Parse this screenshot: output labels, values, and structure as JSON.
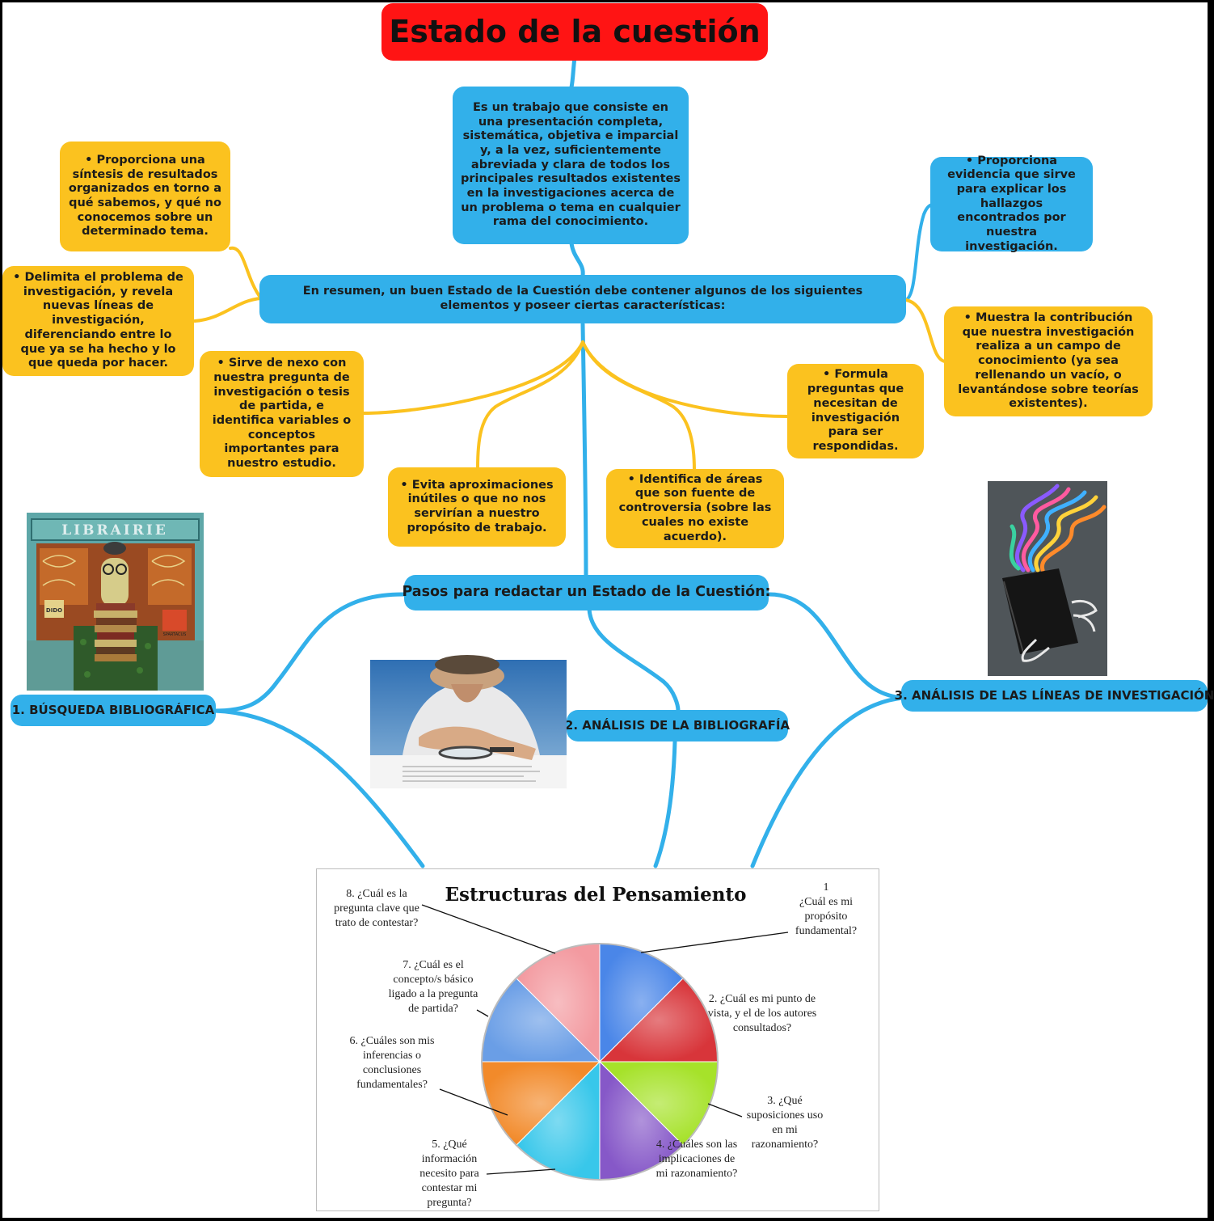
{
  "title": "Estado de la cuestión",
  "definition": "Es un trabajo que consiste en una presentación completa, sistemática, objetiva e imparcial y, a la vez, suficientemente abreviada y clara de todos los principales resultados existentes en la investigaciones acerca de un problema o tema en cualquier rama del conocimiento.",
  "summary": "En resumen, un buen Estado de la Cuestión debe contener algunos de los siguientes elementos y poseer ciertas características:",
  "elements": {
    "sintesis": "• Proporciona una síntesis de resultados organizados en torno a qué sabemos, y qué no conocemos sobre un determinado tema.",
    "delimita": "• Delimita el problema de investigación, y revela nuevas líneas de investigación, diferenciando entre lo que ya se ha hecho y lo que queda por hacer.",
    "nexo": "• Sirve de nexo con nuestra pregunta de investigación o tesis de partida, e identifica variables o conceptos importantes para nuestro estudio.",
    "evita": "• Evita aproximaciones inútiles o que no nos servirían a nuestro propósito de trabajo.",
    "identifica": "• Identifica de áreas que son fuente de controversia (sobre las cuales no existe acuerdo).",
    "formula": "• Formula preguntas que necesitan de investigación para ser respondidas.",
    "evidencia": "• Proporciona evidencia que sirve para explicar los hallazgos encontrados por nuestra investigación.",
    "contribucion": "• Muestra la contribución que nuestra investigación realiza a un campo de conocimiento (ya sea rellenando un vacío, o levantándose sobre teorías existentes)."
  },
  "steps_title": "Pasos para redactar un Estado de la Cuestión:",
  "steps": {
    "step1": "1. BÚSQUEDA BIBLIOGRÁFICA",
    "step2": "2. ANÁLISIS DE LA BIBLIOGRAFÍA",
    "step3": "3. ANÁLISIS DE LAS LÍNEAS DE INVESTIGACIÓN"
  },
  "images": {
    "bookstore_sign": "LIBRAIRIE",
    "bookstore_poster": "DIDO",
    "bookstore_poster2": "SPARTACUS"
  },
  "colors": {
    "title": "#ff1414",
    "blue": "#32b0ea",
    "yellow": "#fbc21f"
  },
  "chart_data": {
    "type": "pie",
    "title": "Estructuras del Pensamiento",
    "categories": [
      "1\n¿Cuál es mi propósito fundamental?",
      "2. ¿Cuál es mi punto de vista, y el de los autores consultados?",
      "3. ¿Qué suposiciones uso en mi razonamiento?",
      "4. ¿Cuáles son las implicaciones de mi razonamiento?",
      "5. ¿Qué información necesito para contestar mi pregunta?",
      "6. ¿Cuáles son mis inferencias o conclusiones fundamentales?",
      "7. ¿Cuál es el concepto/s básico ligado a la pregunta de partida?",
      "8. ¿Cuál es la pregunta clave que trato de contestar?"
    ],
    "values": [
      12.5,
      12.5,
      12.5,
      12.5,
      12.5,
      12.5,
      12.5,
      12.5
    ],
    "colors": [
      "#4a86e8",
      "#d8353a",
      "#a6e22a",
      "#8658c8",
      "#38c7ea",
      "#f28a2a",
      "#6a9ee6",
      "#f39aa0"
    ],
    "legend": "none"
  }
}
